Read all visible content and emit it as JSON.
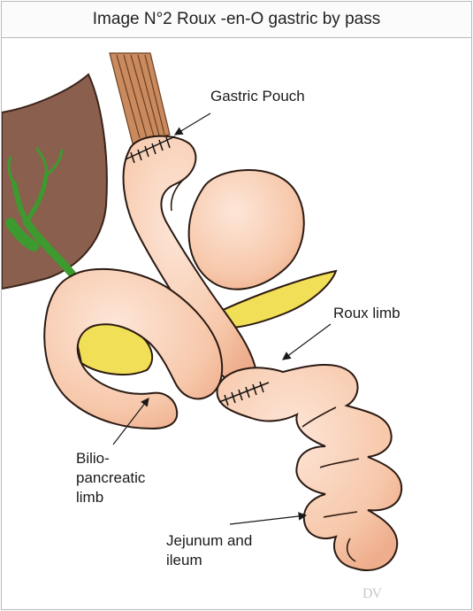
{
  "title": "Image N°2 Roux -en-O gastric by pass",
  "labels": {
    "gastric_pouch": "Gastric Pouch",
    "roux_limb": "Roux limb",
    "bilio_line1": "Bilio-",
    "bilio_line2": "pancreatic",
    "bilio_line3": "limb",
    "jejunum_line1": "Jejunum and",
    "jejunum_line2": "ileum"
  },
  "artist_mark": "DV",
  "colors": {
    "intestine": "#f7c8ab",
    "intestine_highlight": "#fde6d8",
    "outline": "#2b1a12",
    "liver": "#8a5f4e",
    "bile_duct": "#3d9a2f",
    "pancreas": "#f1df57",
    "esophagus": "#c98a5e"
  }
}
